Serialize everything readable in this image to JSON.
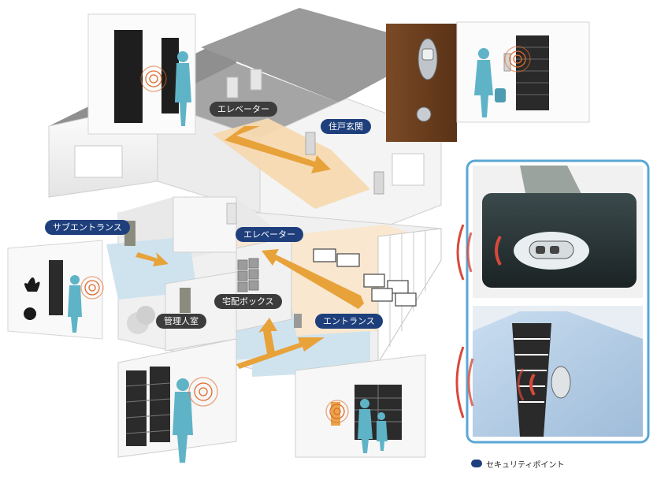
{
  "labels": {
    "elevator_top": "エレベーター",
    "residence_entrance": "住戸玄関",
    "sub_entrance": "サブエントランス",
    "elevator_mid": "エレベーター",
    "delivery_box": "宅配ボックス",
    "management_room": "管理人室",
    "entrance": "エントランス"
  },
  "legend": {
    "label": "セキュリティポイント",
    "color": "#1e3f7c"
  },
  "colors": {
    "arrow": "#e8a23a",
    "path_floor": "#f6d9b1",
    "floor_blue": "#cfe3ef",
    "wall": "#f2f2f2",
    "roof": "#8d8d8d",
    "signal": "#e06a2c",
    "panel_border": "#5aa7d6",
    "figure": "#5fb3c7"
  }
}
